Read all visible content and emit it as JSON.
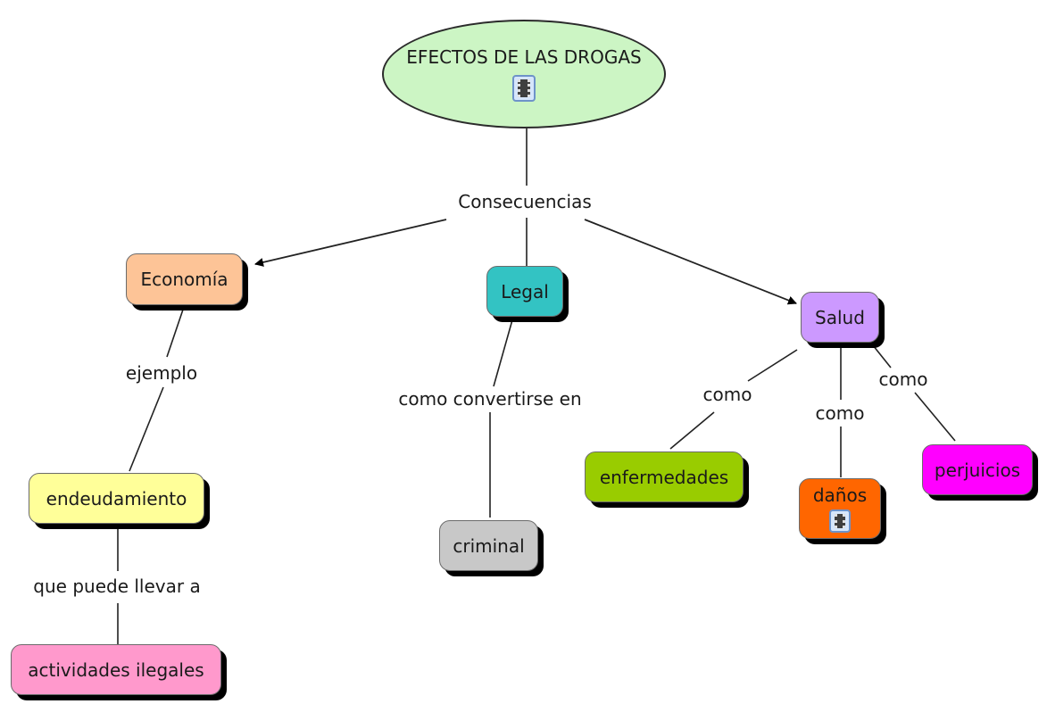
{
  "colors": {
    "root": "#ccf5c4",
    "economia": "#fdc497",
    "legal": "#33c3c3",
    "salud": "#cc99ff",
    "endeudamiento": "#ffff99",
    "actividades": "#ff99cc",
    "criminal": "#c8c8c8",
    "enfermedades": "#99cc00",
    "danos": "#ff6600",
    "perjuicios": "#ff00ff"
  },
  "root": {
    "label": "EFECTOS DE LAS DROGAS",
    "icon": "film-icon"
  },
  "link_labels": {
    "consecuencias": "Consecuencias",
    "ejemplo": "ejemplo",
    "como_convertirse": "como convertirse en",
    "que_puede": "que puede llevar a",
    "como_1": "como",
    "como_2": "como",
    "como_3": "como"
  },
  "concepts": {
    "economia": "Economía",
    "legal": "Legal",
    "salud": "Salud",
    "endeudamiento": "endeudamiento",
    "actividades": "actividades ilegales",
    "criminal": "criminal",
    "enfermedades": "enfermedades",
    "danos": "daños",
    "danos_icon": "film-icon",
    "perjuicios": "perjuicios"
  }
}
